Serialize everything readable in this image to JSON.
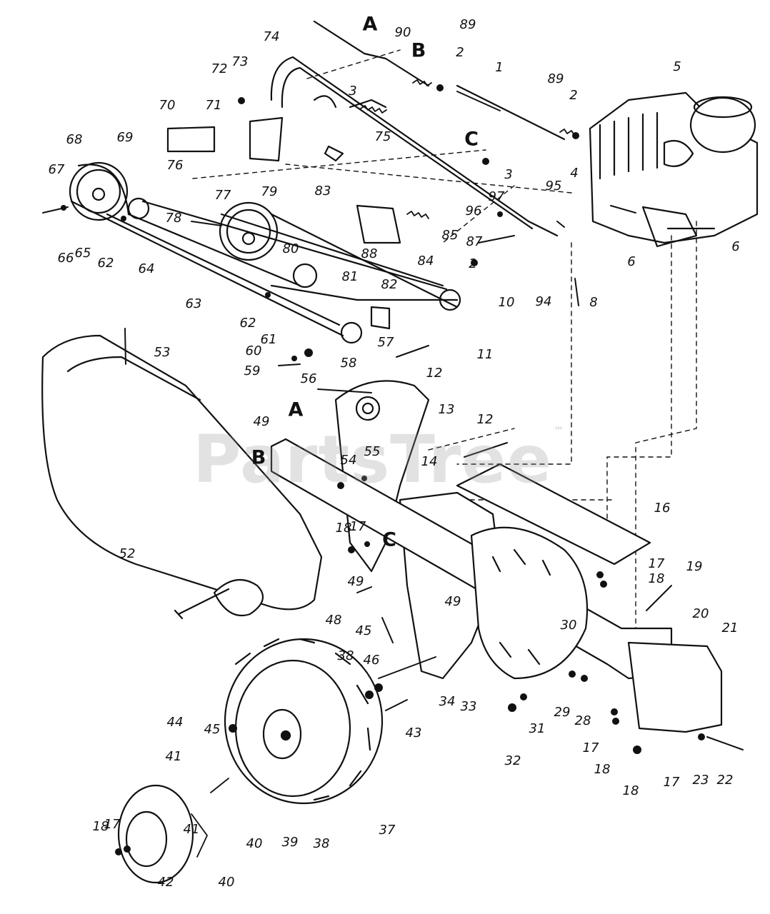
{
  "watermark": {
    "text": "PartsTree",
    "tm": "™"
  },
  "parts": [
    "1",
    "2",
    "3",
    "4",
    "5",
    "6",
    "8",
    "10",
    "11",
    "12",
    "13",
    "14",
    "16",
    "17",
    "18",
    "19",
    "20",
    "21",
    "22",
    "23",
    "28",
    "29",
    "30",
    "31",
    "32",
    "33",
    "34",
    "37",
    "38",
    "39",
    "40",
    "41",
    "42",
    "43",
    "44",
    "45",
    "46",
    "48",
    "49",
    "52",
    "53",
    "54",
    "55",
    "56",
    "57",
    "58",
    "59",
    "60",
    "61",
    "62",
    "63",
    "64",
    "65",
    "66",
    "67",
    "68",
    "69",
    "70",
    "71",
    "72",
    "73",
    "74",
    "75",
    "76",
    "77",
    "78",
    "79",
    "80",
    "81",
    "82",
    "83",
    "84",
    "85",
    "87",
    "88",
    "89",
    "90",
    "94",
    "95",
    "96",
    "97"
  ],
  "callout_letters": [
    "A",
    "B",
    "C"
  ]
}
